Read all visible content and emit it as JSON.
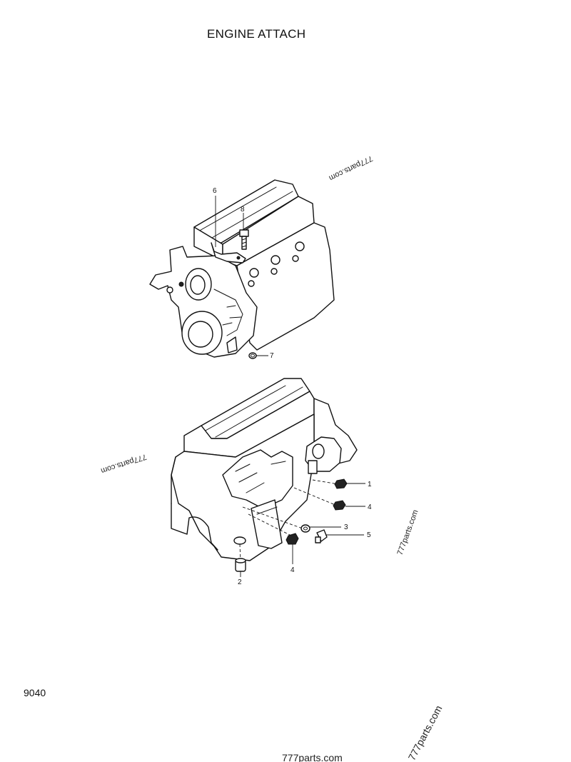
{
  "title": "ENGINE ATTACH",
  "page_code": "9040",
  "callouts": [
    "1",
    "2",
    "3",
    "4",
    "4",
    "5",
    "6",
    "7",
    "8"
  ],
  "watermarks": [
    "777parts.com",
    "777parts.com",
    "777parts.com",
    "777parts.com",
    "777parts.com"
  ]
}
